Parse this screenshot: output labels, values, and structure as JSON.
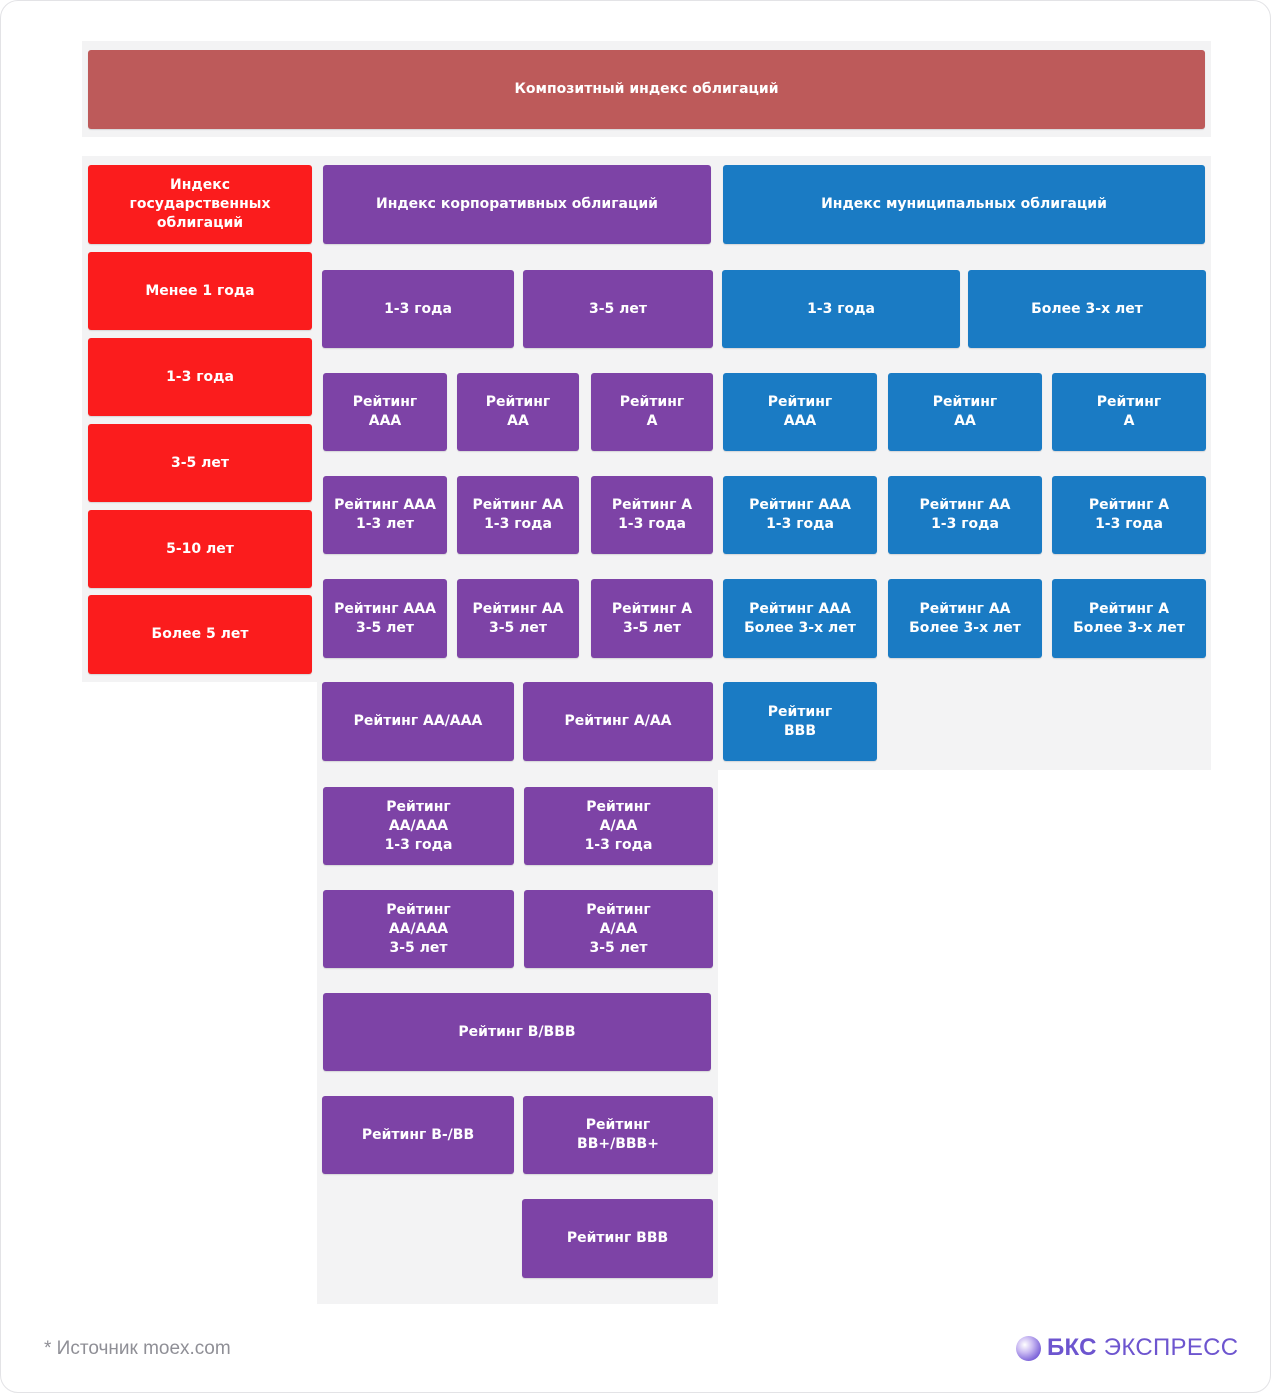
{
  "composite": "Композитный индекс облигаций",
  "gov": {
    "header": "Индекс\nгосударственных\nоблигаций",
    "items": [
      "Менее 1 года",
      "1-3 года",
      "3-5 лет",
      "5-10 лет",
      "Более 5 лет"
    ]
  },
  "corp": {
    "header": "Индекс корпоративных облигаций",
    "term_1_3": "1-3 года",
    "term_3_5": "3-5 лет",
    "r_aaa": "Рейтинг\nААА",
    "r_aa": "Рейтинг\nАА",
    "r_a": "Рейтинг\nА",
    "r_aaa_13": "Рейтинг ААА\n1-3 лет",
    "r_aa_13": "Рейтинг АА\n1-3 года",
    "r_a_13": "Рейтинг А\n1-3 года",
    "r_aaa_35": "Рейтинг ААА\n3-5 лет",
    "r_aa_35": "Рейтинг АА\n3-5 лет",
    "r_a_35": "Рейтинг А\n3-5 лет",
    "r_aa_aaa": "Рейтинг АА/ААА",
    "r_a_aa": "Рейтинг А/АА",
    "r_aa_aaa_13": "Рейтинг\nАА/ААА\n1-3 года",
    "r_a_aa_13": "Рейтинг\nА/АА\n1-3 года",
    "r_aa_aaa_35": "Рейтинг\nАА/ААА\n3-5 лет",
    "r_a_aa_35": "Рейтинг\nА/АА\n3-5 лет",
    "r_b_bbb": "Рейтинг В/ВВВ",
    "r_bminus_bb": "Рейтинг В-/ВВ",
    "r_bbplus_bbbplus": "Рейтинг\nВВ+/ВВВ+",
    "r_bbb": "Рейтинг ВВВ"
  },
  "muni": {
    "header": "Индекс муниципальных облигаций",
    "term_1_3": "1-3 года",
    "term_3plus": "Более 3-х лет",
    "r_aaa": "Рейтинг\nААА",
    "r_aa": "Рейтинг\nАА",
    "r_a": "Рейтинг\nА",
    "r_aaa_13": "Рейтинг ААА\n1-3 года",
    "r_aa_13": "Рейтинг АА\n1-3 года",
    "r_a_13": "Рейтинг А\n1-3 года",
    "r_aaa_3plus": "Рейтинг ААА\nБолее 3-х лет",
    "r_aa_3plus": "Рейтинг АА\nБолее 3-х лет",
    "r_a_3plus": "Рейтинг А\nБолее 3-х лет",
    "r_bbb": "Рейтинг\nВВВ"
  },
  "footer": {
    "source": "*  Источник moex.com",
    "logo_bold": "БКС",
    "logo_rest": "ЭКСПРЕСС"
  },
  "colors": {
    "composite": "#bd5a5a",
    "government": "#fb1c1d",
    "corporate": "#7d43a6",
    "municipal": "#1a7bc4"
  }
}
